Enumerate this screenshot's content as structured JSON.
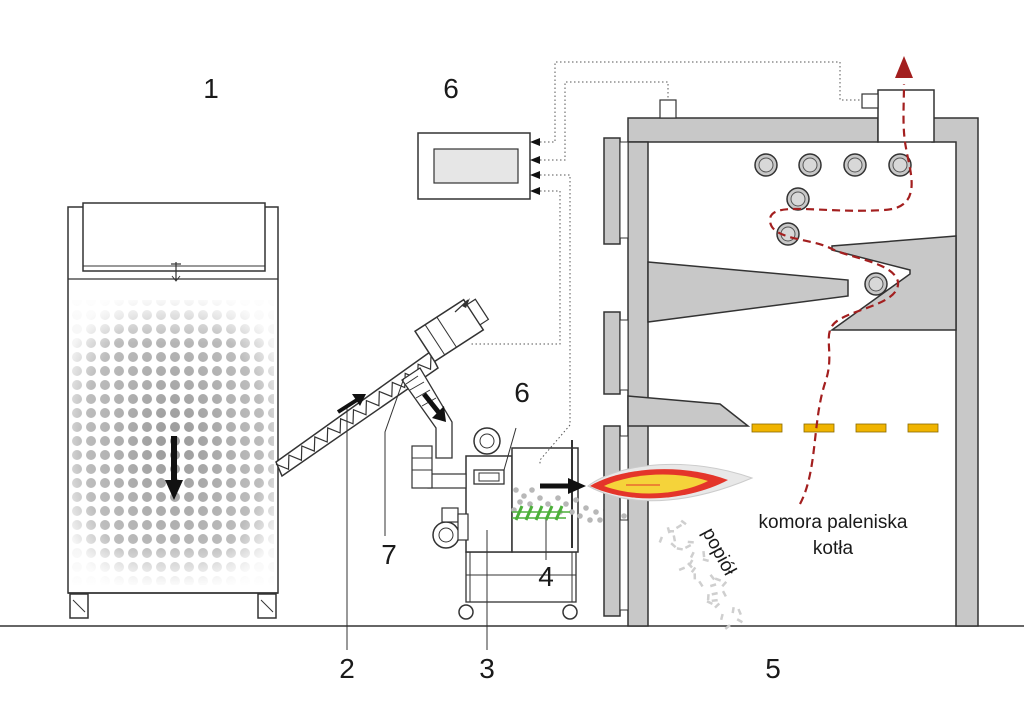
{
  "labels": {
    "hopper": "1",
    "auger": "2",
    "burner": "3",
    "feeder_screw": "4",
    "chamber": "5",
    "controller_top": "6",
    "controller_burner": "6",
    "supply_pipe": "7"
  },
  "annotations": {
    "chamber_line1": "komora paleniska",
    "chamber_line2": "kotła",
    "ash": "popiół"
  },
  "colors": {
    "boiler_fill": "#c8c8c8",
    "outline": "#333333",
    "flame_outer": "#e8e8e8",
    "flame_red": "#e4352a",
    "flame_yellow": "#f5d33a",
    "flue_path": "#a31f1f",
    "grate_bar": "#f0b400",
    "pellets": "#b8b8b8",
    "screw_green": "#4caf3a",
    "arrow_black": "#111111",
    "flue_arrow": "#a31f1f"
  }
}
